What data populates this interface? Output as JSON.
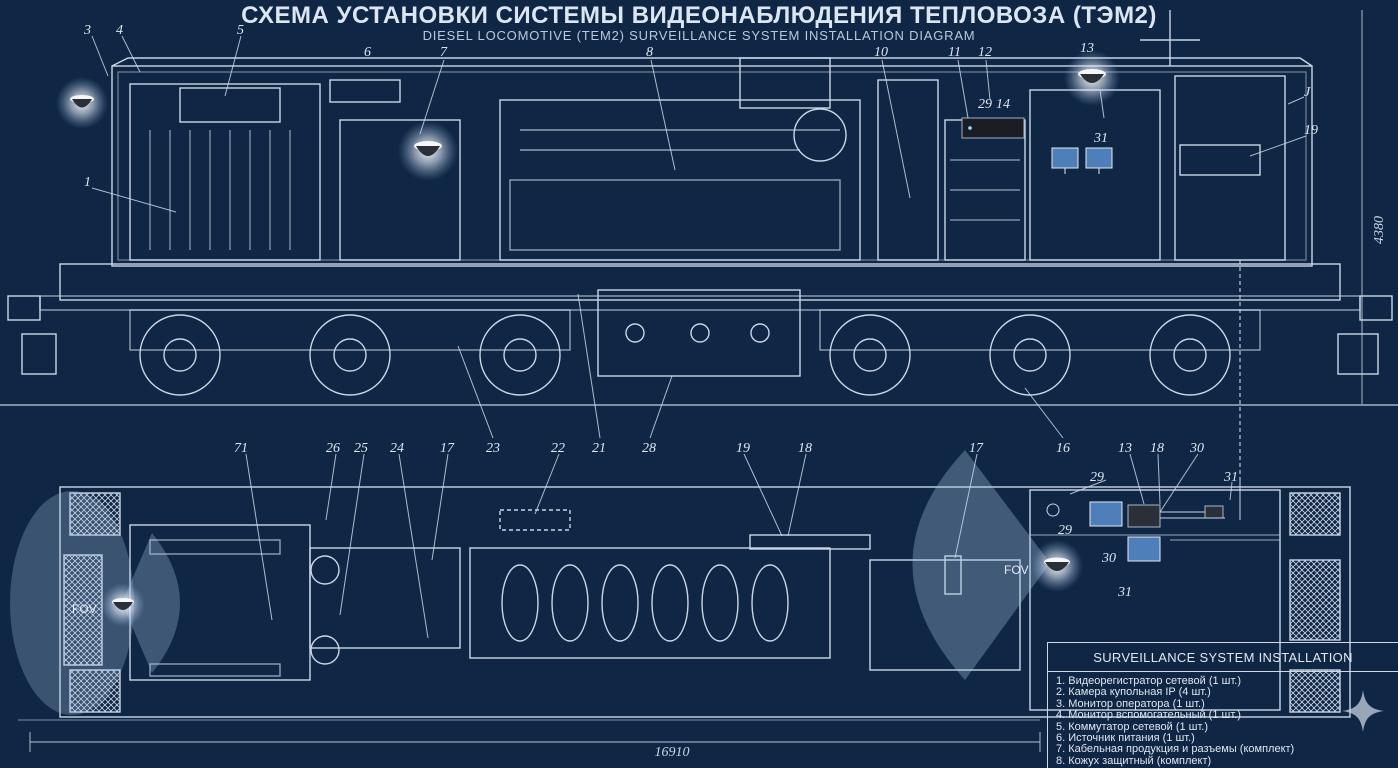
{
  "title": "СХЕМА УСТАНОВКИ СИСТЕМЫ ВИДЕОНАБЛЮДЕНИЯ ТЕПЛОВОЗА (ТЭМ2)",
  "subtitle": "DIESEL LOCOMOTIVE (TEM2) SURVEILLANCE SYSTEM INSTALLATION DIAGRAM",
  "dimensions": {
    "height": "4380",
    "length": "16910"
  },
  "side_labels": [
    "3",
    "4",
    "5",
    "6",
    "7",
    "8",
    "10",
    "11",
    "12",
    "13",
    "29",
    "14",
    "31",
    "J",
    "19",
    "1",
    "23",
    "21",
    "28",
    "16"
  ],
  "plan_labels": [
    "71",
    "26",
    "25",
    "24",
    "17",
    "22",
    "19",
    "18",
    "17",
    "13",
    "18",
    "30",
    "29",
    "31",
    "29",
    "30",
    "31"
  ],
  "fov_label": "FOV",
  "legend": {
    "title": "SURVEILLANCE SYSTEM INSTALLATION",
    "items": [
      "1. Видеорегистратор сетевой (1 шт.)",
      "2. Камера купольная IP (4 шт.)",
      "3. Монитор оператора (1 шт.)",
      "4. Монитор вспомогательный (1 шт.)",
      "5. Коммутатор сетевой (1 шт.)",
      "6. Источник питания (1 шт.)",
      "7. Кабельная продукция и разъемы (комплект)",
      "8. Кожух защитный (комплект)"
    ]
  },
  "colors": {
    "background": "#0f2744",
    "line": "#c9d6e6",
    "fov": "#a9c6e6",
    "accent": "#dce6f3"
  }
}
